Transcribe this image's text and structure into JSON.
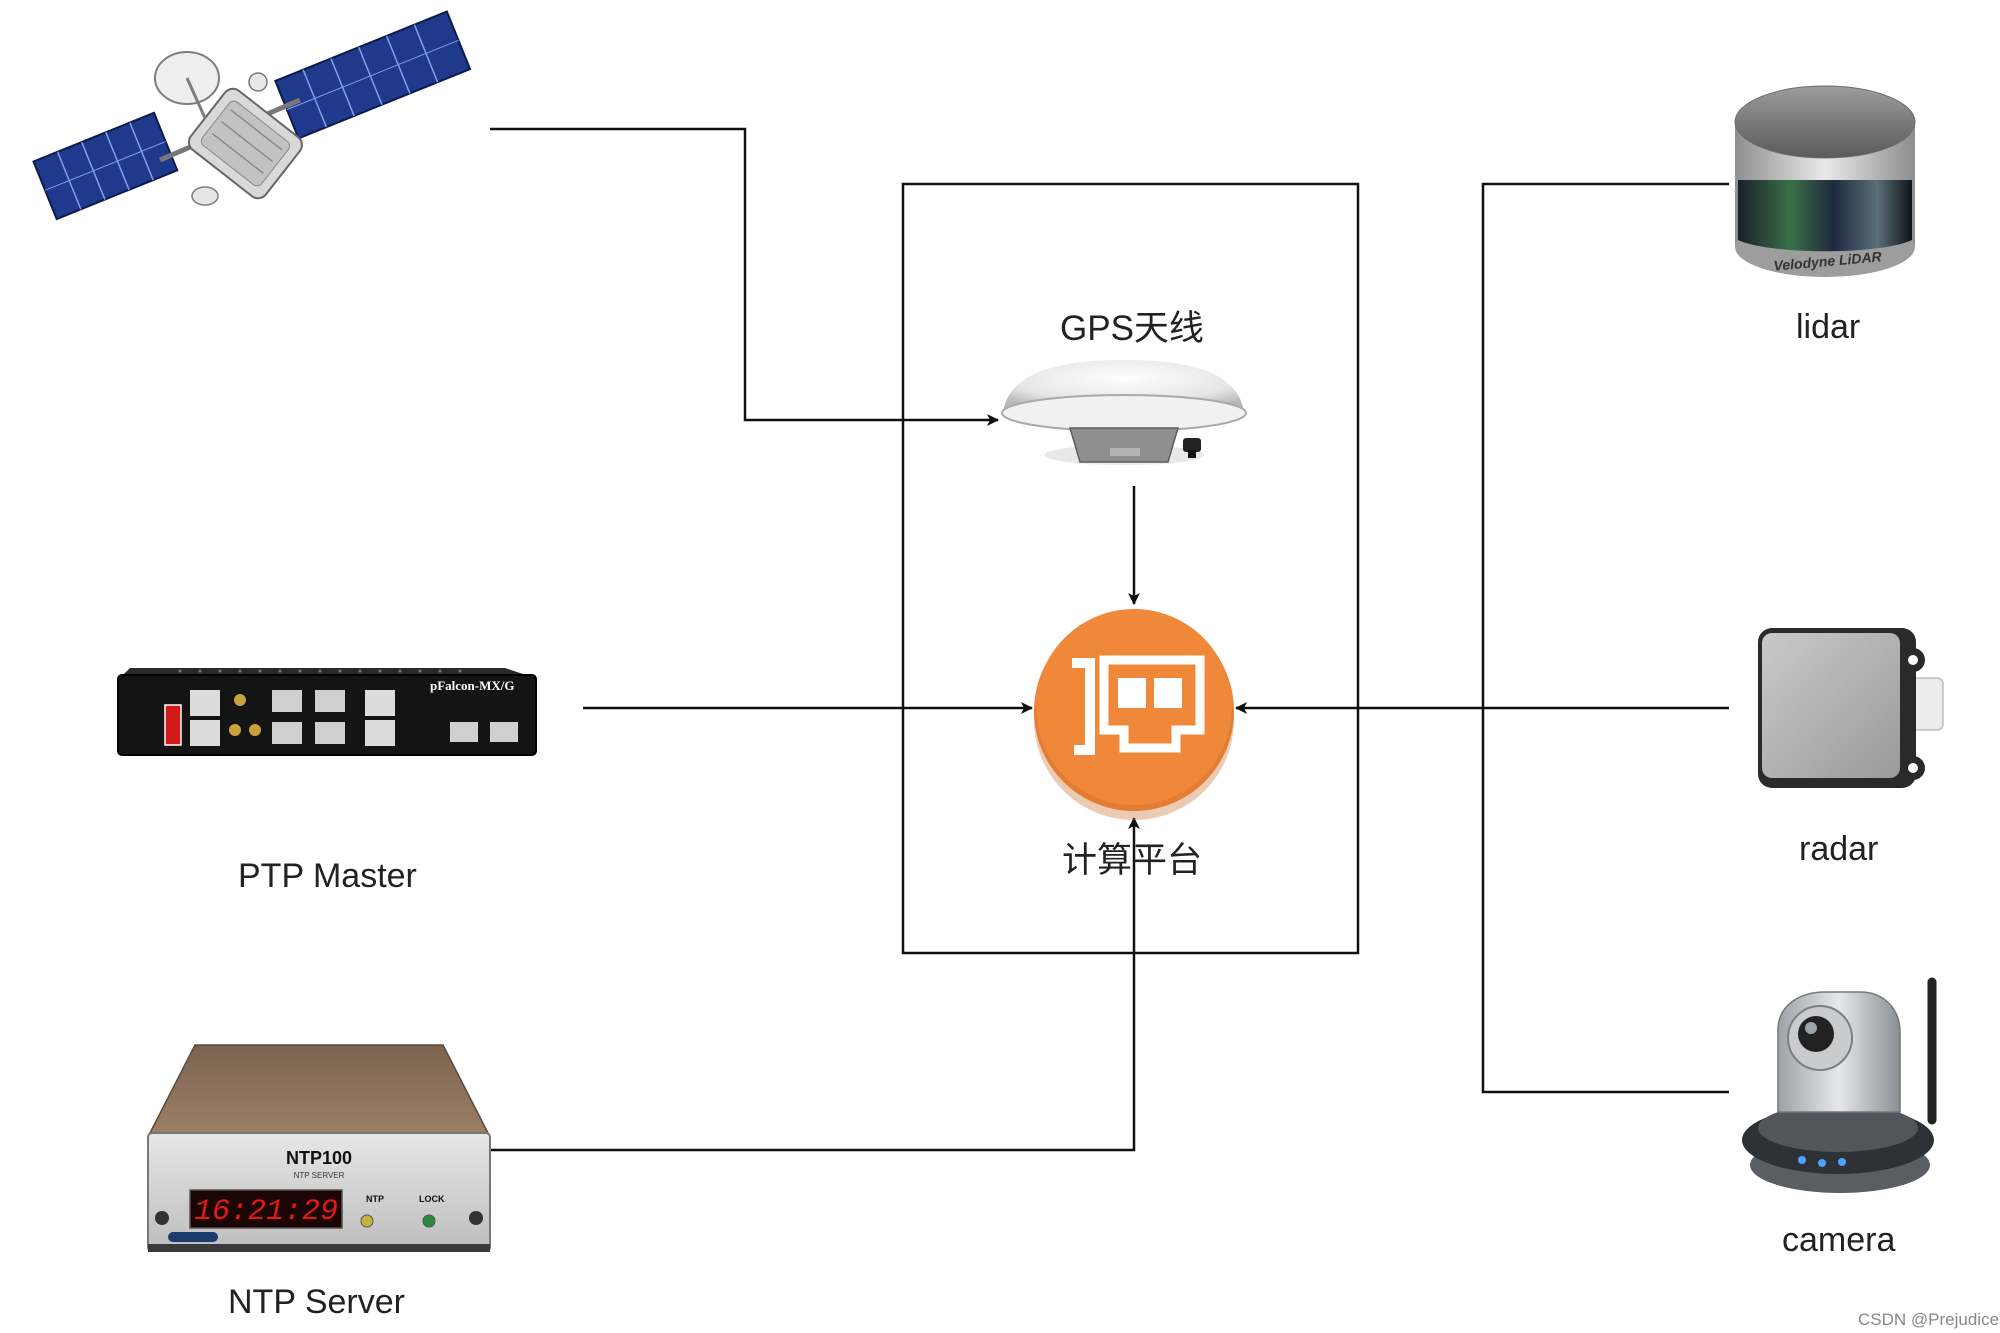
{
  "labels": {
    "gps_antenna": "GPS天线",
    "compute_platform": "计算平台",
    "ptp_master": "PTP Master",
    "ntp_server": "NTP Server",
    "lidar": "lidar",
    "radar": "radar",
    "camera": "camera"
  },
  "device_text": {
    "lidar_brand": "Velodyne LiDAR",
    "ptp_brand": "pFalcon-MX/G",
    "ntp_model": "NTP100",
    "ntp_subtitle": "NTP SERVER",
    "ntp_display": "16:21:29",
    "ntp_led_ntp": "NTP",
    "ntp_led_lock": "LOCK"
  },
  "watermark": "CSDN @Prejudices",
  "colors": {
    "platform_orange": "#F0883A",
    "line": "#111111",
    "solar_panel": "#1F3A8C",
    "ntp_display_red": "#E21A1A"
  }
}
